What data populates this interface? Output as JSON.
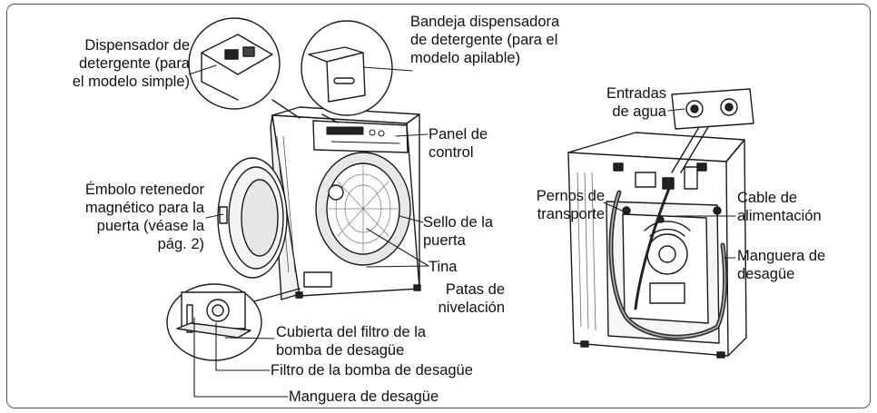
{
  "labels": {
    "dispensador": [
      "Dispensador de",
      "detergente (para",
      "el modelo simple)"
    ],
    "bandeja": [
      "Bandeja dispensadora",
      "de detergente (para el",
      "modelo apilable)"
    ],
    "panel": [
      "Panel de",
      "control"
    ],
    "embolo": [
      "Émbolo retenedor",
      "magnético para la",
      "puerta (véase la",
      "pág. 2)"
    ],
    "sello": [
      "Sello de la",
      "puerta"
    ],
    "tina": "Tina",
    "patas": [
      "Patas de",
      "nivelación"
    ],
    "cubierta": [
      "Cubierta del filtro de la",
      "bomba de desagüe"
    ],
    "filtro": "Filtro de la bomba de desagüe",
    "manguera_front": "Manguera de desagüe",
    "entradas": [
      "Entradas",
      "de agua"
    ],
    "pernos": [
      "Pernos de",
      "transporte"
    ],
    "cable": [
      "Cable de",
      "alimentación"
    ],
    "manguera_back": [
      "Manguera de",
      "desagüe"
    ]
  },
  "colors": {
    "line": "#1a1a1a",
    "machine_fill": "#ffffff",
    "shade": "#d8d8d8"
  }
}
